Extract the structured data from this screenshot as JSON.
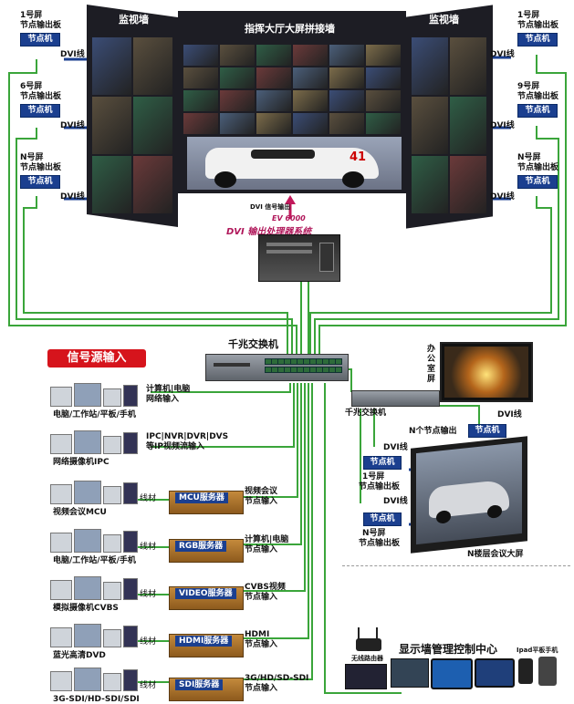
{
  "left_nodes": [
    {
      "title": "1号屏",
      "sub": "节点输出板",
      "node": "节点机",
      "dvi": "DVI线"
    },
    {
      "title": "6号屏",
      "sub": "节点输出板",
      "node": "节点机",
      "dvi": "DVI线"
    },
    {
      "title": "N号屏",
      "sub": "节点输出板",
      "node": "节点机",
      "dvi": "DVI线"
    }
  ],
  "right_nodes": [
    {
      "title": "1号屏",
      "sub": "节点输出板",
      "node": "节点机",
      "dvi": "DVI线"
    },
    {
      "title": "9号屏",
      "sub": "节点输出板",
      "node": "节点机",
      "dvi": "DVI线"
    },
    {
      "title": "N号屏",
      "sub": "节点输出板",
      "node": "节点机",
      "dvi": "DVI线"
    }
  ],
  "wall": {
    "left": "监视墙",
    "center": "指挥大厅大屏拼接墙",
    "right": "监视墙",
    "car_number": "41"
  },
  "processor": {
    "signal": "DVI 信号输出",
    "model": "EV 6000",
    "name": "DVI 输出处理器系统"
  },
  "switch_main": "千兆交换机",
  "source_title": "信号源输入",
  "sources": [
    {
      "device": "电脑/工作站/平板/手机",
      "input": [
        "计算机|电脑",
        "网络输入"
      ]
    },
    {
      "device": "网络摄像机IPC",
      "input": [
        "IPC|NVR|DVR|DVS",
        "等IP视频流输入"
      ]
    },
    {
      "device": "视频会议MCU",
      "server": "MCU服务器",
      "input": [
        "视频会议",
        "节点输入"
      ],
      "cable": "线材"
    },
    {
      "device": "电脑/工作站/平板/手机",
      "server": "RGB服务器",
      "input": [
        "计算机|电脑",
        "节点输入"
      ],
      "cable": "线材"
    },
    {
      "device": "模拟摄像机CVBS",
      "server": "VIDEO服务器",
      "input": [
        "CVBS视频",
        "节点输入"
      ],
      "cable": "线材"
    },
    {
      "device": "蓝光高清DVD",
      "server": "HDMI服务器",
      "input": [
        "HDMI",
        "节点输入"
      ],
      "cable": "线材"
    },
    {
      "device": "3G-SDI/HD-SDI/SDI",
      "server": "SDI服务器",
      "input": [
        "3G/HD/SD-SDI",
        "节点输入"
      ],
      "cable": "线材"
    }
  ],
  "office": {
    "title": "办公室屏",
    "node": "节点机",
    "dvi": "DVI线"
  },
  "switch_sub": {
    "name": "千兆交换机",
    "out": "N个节点输出"
  },
  "meeting": {
    "node1": {
      "node": "节点机",
      "dvi": "DVI线",
      "title": "1号屏",
      "sub": "节点输出板"
    },
    "node2": {
      "node": "节点机",
      "dvi": "DVI线",
      "title": "N号屏",
      "sub": "节点输出板"
    },
    "screen": "N楼层会议大屏"
  },
  "control": {
    "title": "显示墙管理控制中心",
    "router": "无线路由器",
    "ipad": "Ipad平板手机"
  }
}
